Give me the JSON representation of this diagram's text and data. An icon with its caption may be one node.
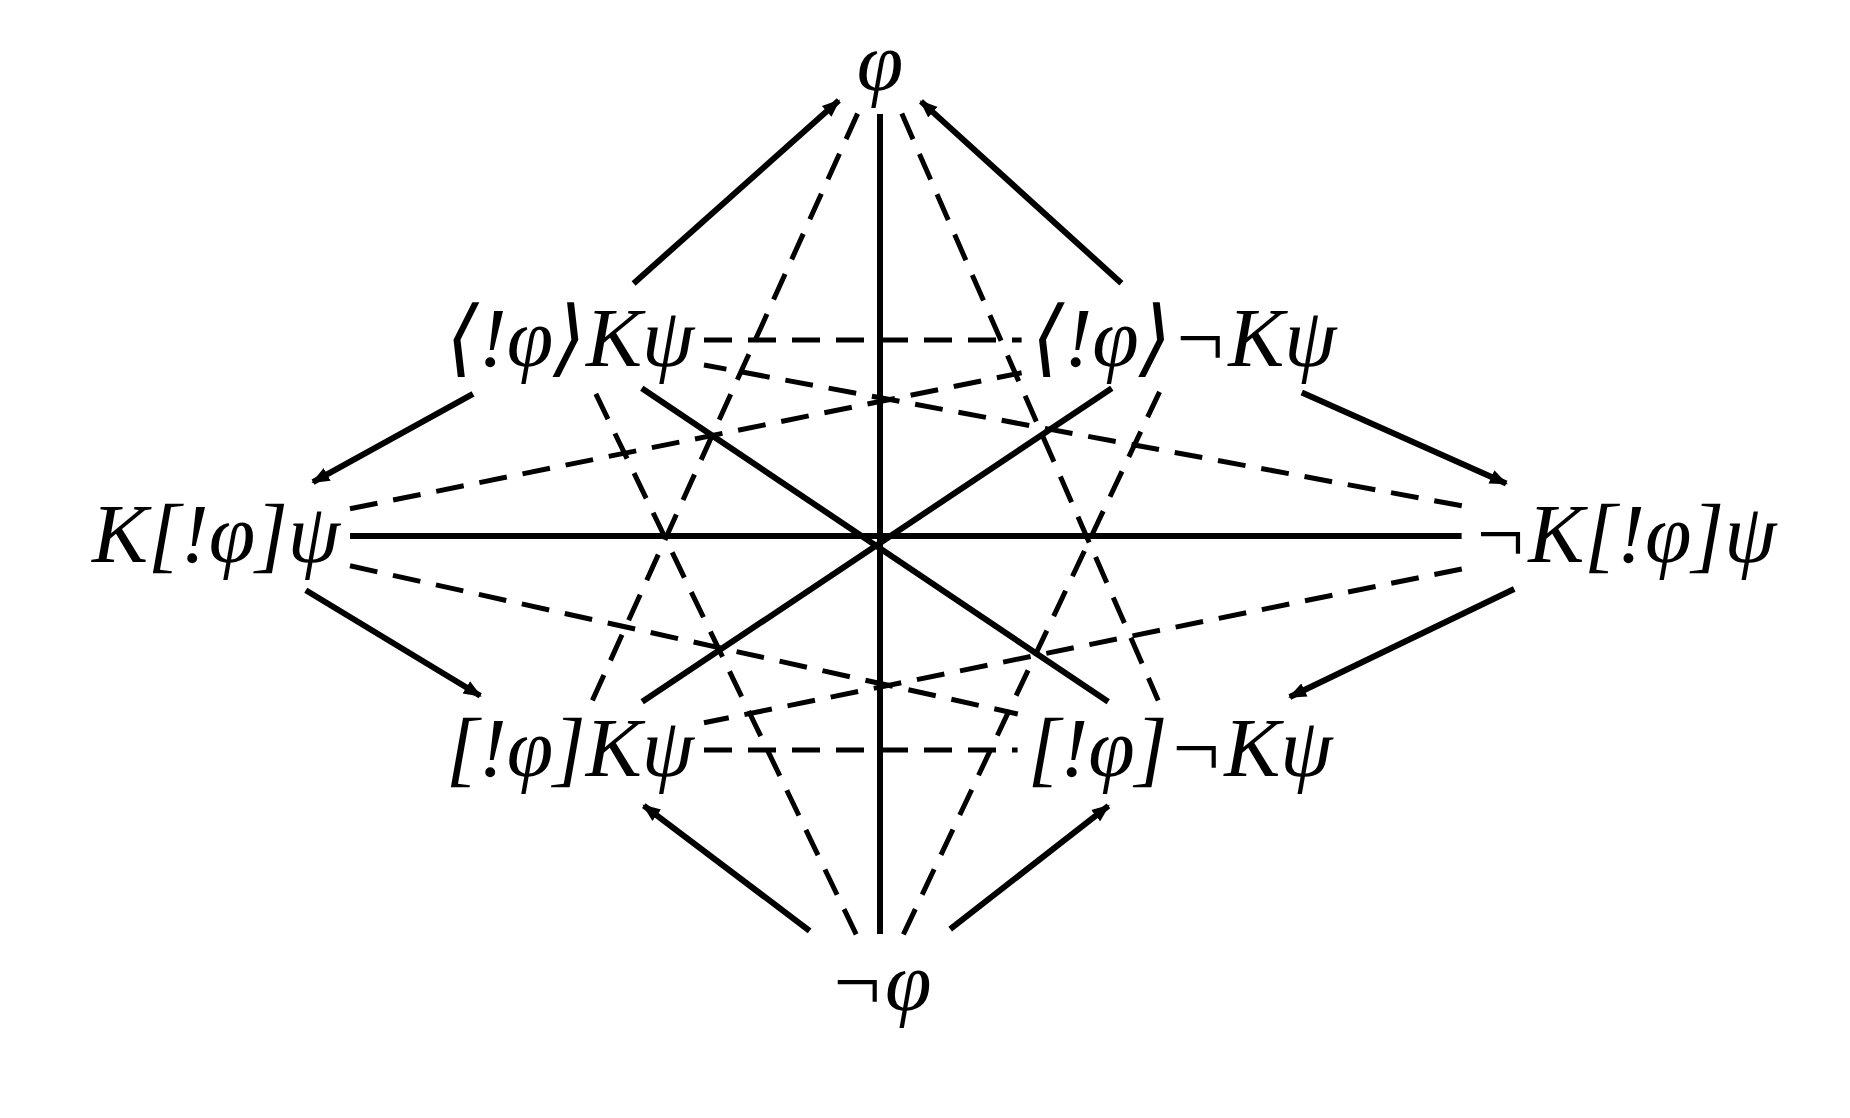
{
  "diagram": {
    "nodes": [
      {
        "text": [
          "φ"
        ]
      },
      {
        "text": [
          "⟨!φ⟩Kψ"
        ]
      },
      {
        "text": [
          "⟨!φ⟩¬Kψ"
        ]
      },
      {
        "text": [
          "K[!φ]ψ"
        ]
      },
      {
        "text": [
          "¬K[!φ]ψ"
        ]
      },
      {
        "text": [
          "[!φ]Kψ"
        ]
      },
      {
        "text": [
          "[!φ]¬Kψ"
        ]
      },
      {
        "text": [
          "¬φ"
        ]
      }
    ],
    "edges": [
      {
        "from": 1,
        "to": 0,
        "arrow": "to"
      },
      {
        "from": 2,
        "to": 0,
        "arrow": "to"
      },
      {
        "from": 1,
        "to": 3,
        "arrow": "to"
      },
      {
        "from": 2,
        "to": 4,
        "arrow": "to"
      },
      {
        "from": 3,
        "to": 5,
        "arrow": "to"
      },
      {
        "from": 4,
        "to": 6,
        "arrow": "to"
      },
      {
        "from": 7,
        "to": 5,
        "arrow": "to"
      },
      {
        "from": 7,
        "to": 6,
        "arrow": "to"
      },
      {
        "from": 0,
        "to": 7,
        "arrow": "none"
      },
      {
        "from": 3,
        "to": 4,
        "arrow": "none"
      },
      {
        "from": 1,
        "to": 6,
        "arrow": "none"
      },
      {
        "from": 2,
        "to": 5,
        "arrow": "none"
      },
      {
        "from": 1,
        "to": 2,
        "arrow": "none",
        "style": "dashed"
      },
      {
        "from": 5,
        "to": 6,
        "arrow": "none",
        "style": "dashed"
      },
      {
        "from": 0,
        "to": 5,
        "arrow": "none",
        "style": "dashed"
      },
      {
        "from": 0,
        "to": 6,
        "arrow": "none",
        "style": "dashed"
      },
      {
        "from": 7,
        "to": 1,
        "arrow": "none",
        "style": "dashed"
      },
      {
        "from": 7,
        "to": 2,
        "arrow": "none",
        "style": "dashed"
      },
      {
        "from": 3,
        "to": 2,
        "arrow": "none",
        "style": "dashed"
      },
      {
        "from": 4,
        "to": 1,
        "arrow": "none",
        "style": "dashed"
      },
      {
        "from": 3,
        "to": 6,
        "arrow": "none",
        "style": "dashed"
      },
      {
        "from": 4,
        "to": 5,
        "arrow": "none",
        "style": "dashed"
      }
    ]
  }
}
